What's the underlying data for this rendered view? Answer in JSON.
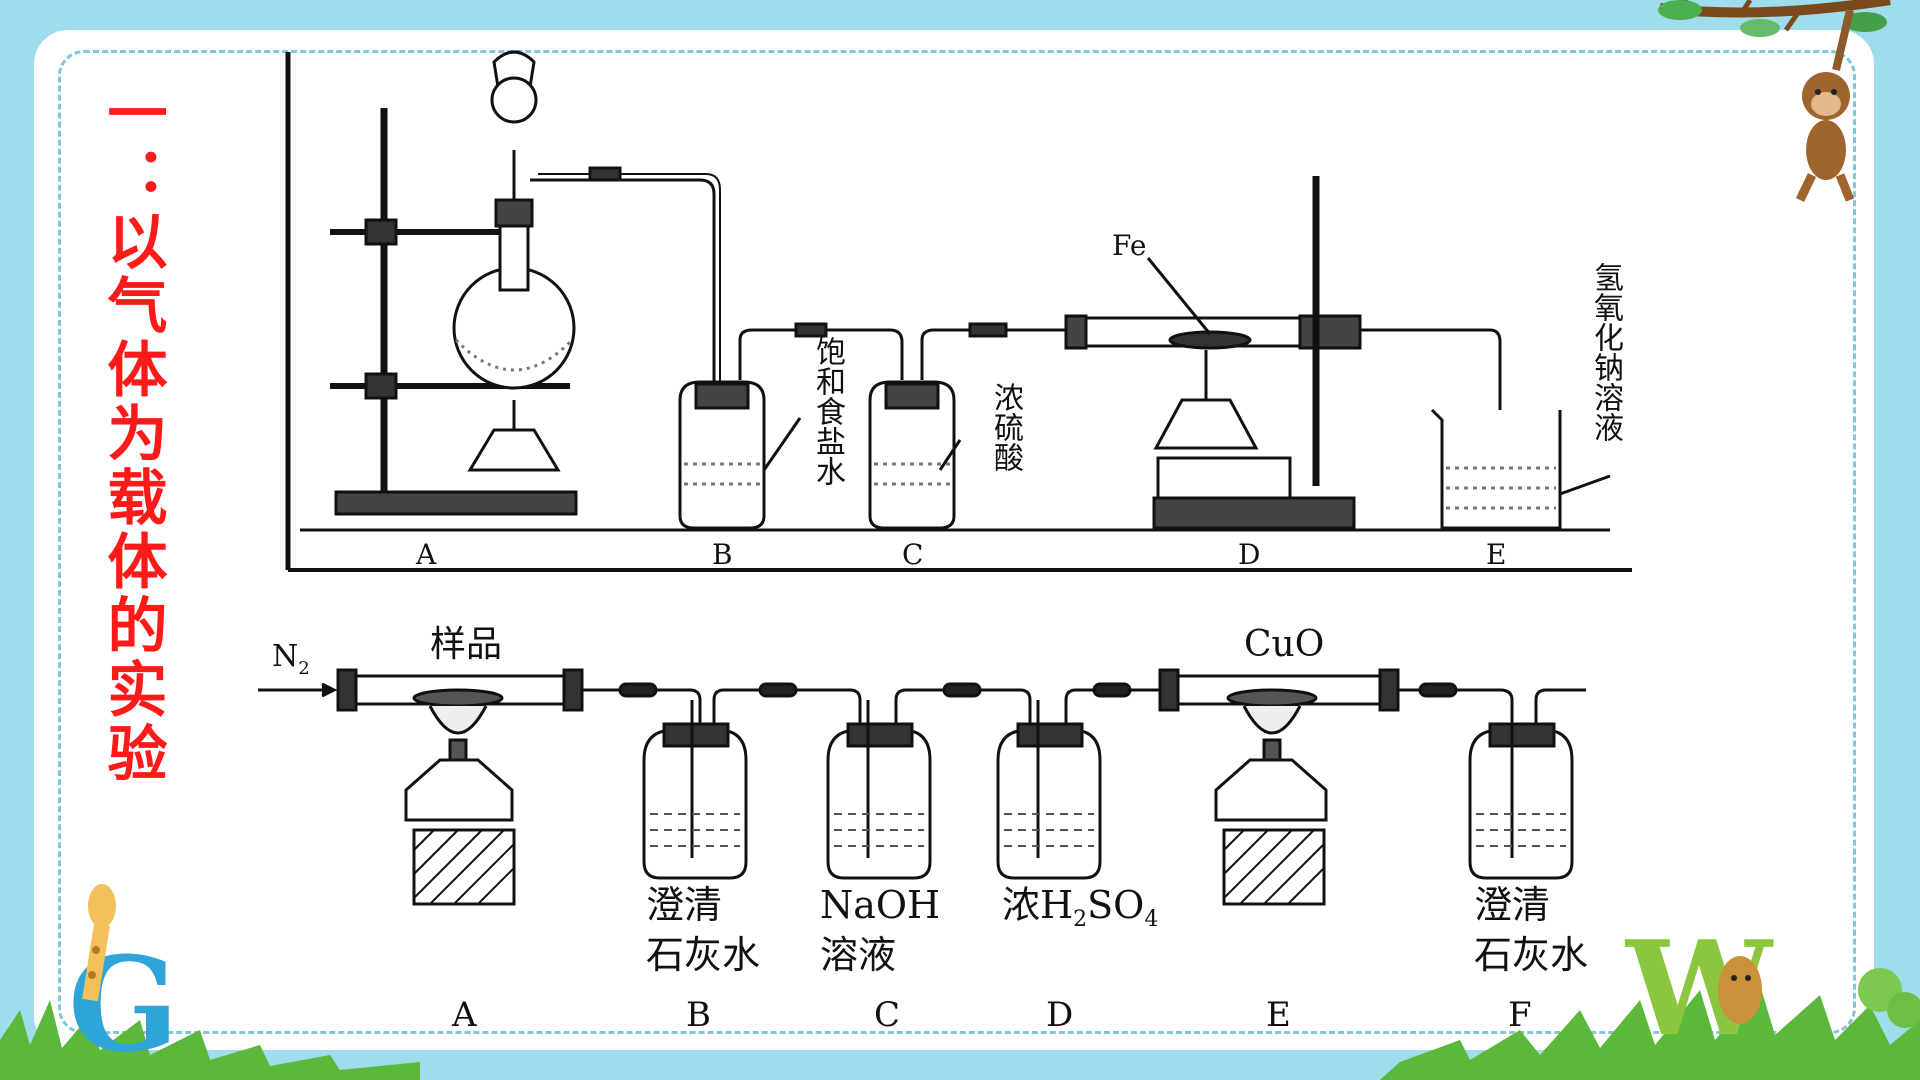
{
  "slide_title": "一：以气体为载体的实验",
  "upper_diagram": {
    "labels": {
      "fe": "Fe",
      "sat_salt": "饱和食盐水",
      "conc_acid": "浓硫酸",
      "naoh_solution": "氢氧化钠溶液"
    },
    "stations": [
      "A",
      "B",
      "C",
      "D",
      "E"
    ]
  },
  "lower_diagram": {
    "n2": "N",
    "n2_sub": "2",
    "sample": "样品",
    "cuo": "CuO",
    "b_label_1": "澄清",
    "b_label_2": "石灰水",
    "c_label_1": "NaOH",
    "c_label_2": "溶液",
    "d_label_pre": "浓H",
    "d_sub_2": "2",
    "d_mid": "SO",
    "d_sub_4": "4",
    "f_label_1": "澄清",
    "f_label_2": "石灰水",
    "stations": [
      "A",
      "B",
      "C",
      "D",
      "E",
      "F"
    ]
  },
  "decor": {
    "letter_g": "G",
    "letter_w": "W"
  },
  "colors": {
    "background": "#9fdcec",
    "title": "#ff1a1a",
    "dash": "#7fc8dc"
  }
}
